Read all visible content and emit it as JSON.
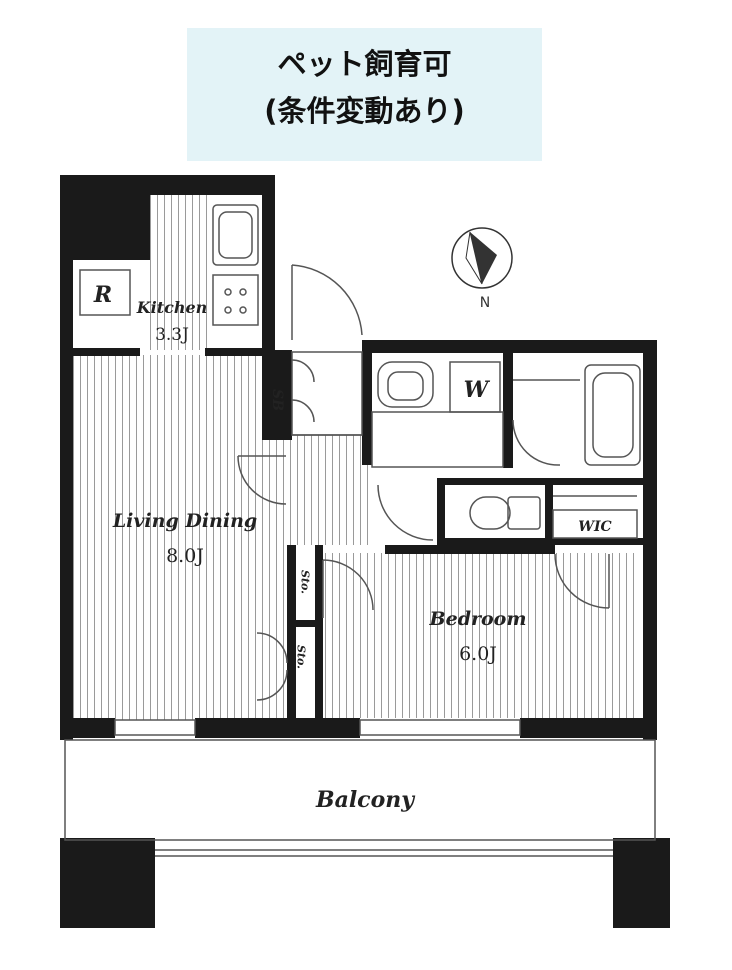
{
  "banner": {
    "line1": "ペット飼育可",
    "line2": "(条件変動あり)",
    "background": "#e3f3f7"
  },
  "compass": {
    "label": "N",
    "icon": "compass-icon"
  },
  "rooms": {
    "refrigerator": "R",
    "kitchen": {
      "name": "Kitchen",
      "area": "3.3J"
    },
    "shoe_box": "SB",
    "washer": "W",
    "living_dining": {
      "name": "Living Dining",
      "area": "8.0J"
    },
    "wic": "WIC",
    "storage_upper": "Sto.",
    "storage_lower": "Sto.",
    "bedroom": {
      "name": "Bedroom",
      "area": "6.0J"
    },
    "balcony": "Balcony"
  },
  "colors": {
    "wall": "#1a1a1a",
    "line": "#555555"
  }
}
